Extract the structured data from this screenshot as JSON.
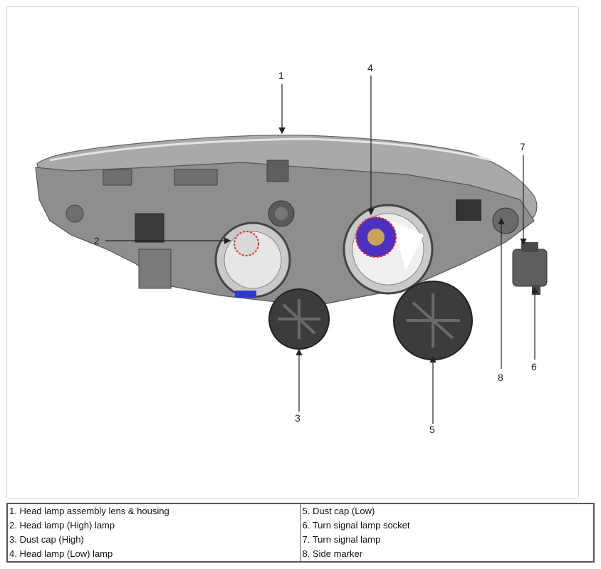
{
  "figure": {
    "callouts": [
      "1",
      "2",
      "3",
      "4",
      "5",
      "6",
      "7",
      "8"
    ],
    "colors": {
      "housing": "#8e8e8e",
      "housing_dark": "#5e5e5e",
      "dust_cap": "#3c3c3c",
      "bulb_low_ring": "#4a2fc0",
      "bulb_highlight": "#e03030",
      "reflector": "#c9c9c9"
    }
  },
  "legend": {
    "left": [
      "1. Head lamp assembly lens & housing",
      "2. Head lamp (High) lamp",
      "3. Dust cap (High)",
      "4. Head lamp (Low) lamp"
    ],
    "right": [
      "5. Dust cap (Low)",
      "6. Turn signal lamp socket",
      "7. Turn signal lamp",
      "8. Side marker"
    ]
  }
}
